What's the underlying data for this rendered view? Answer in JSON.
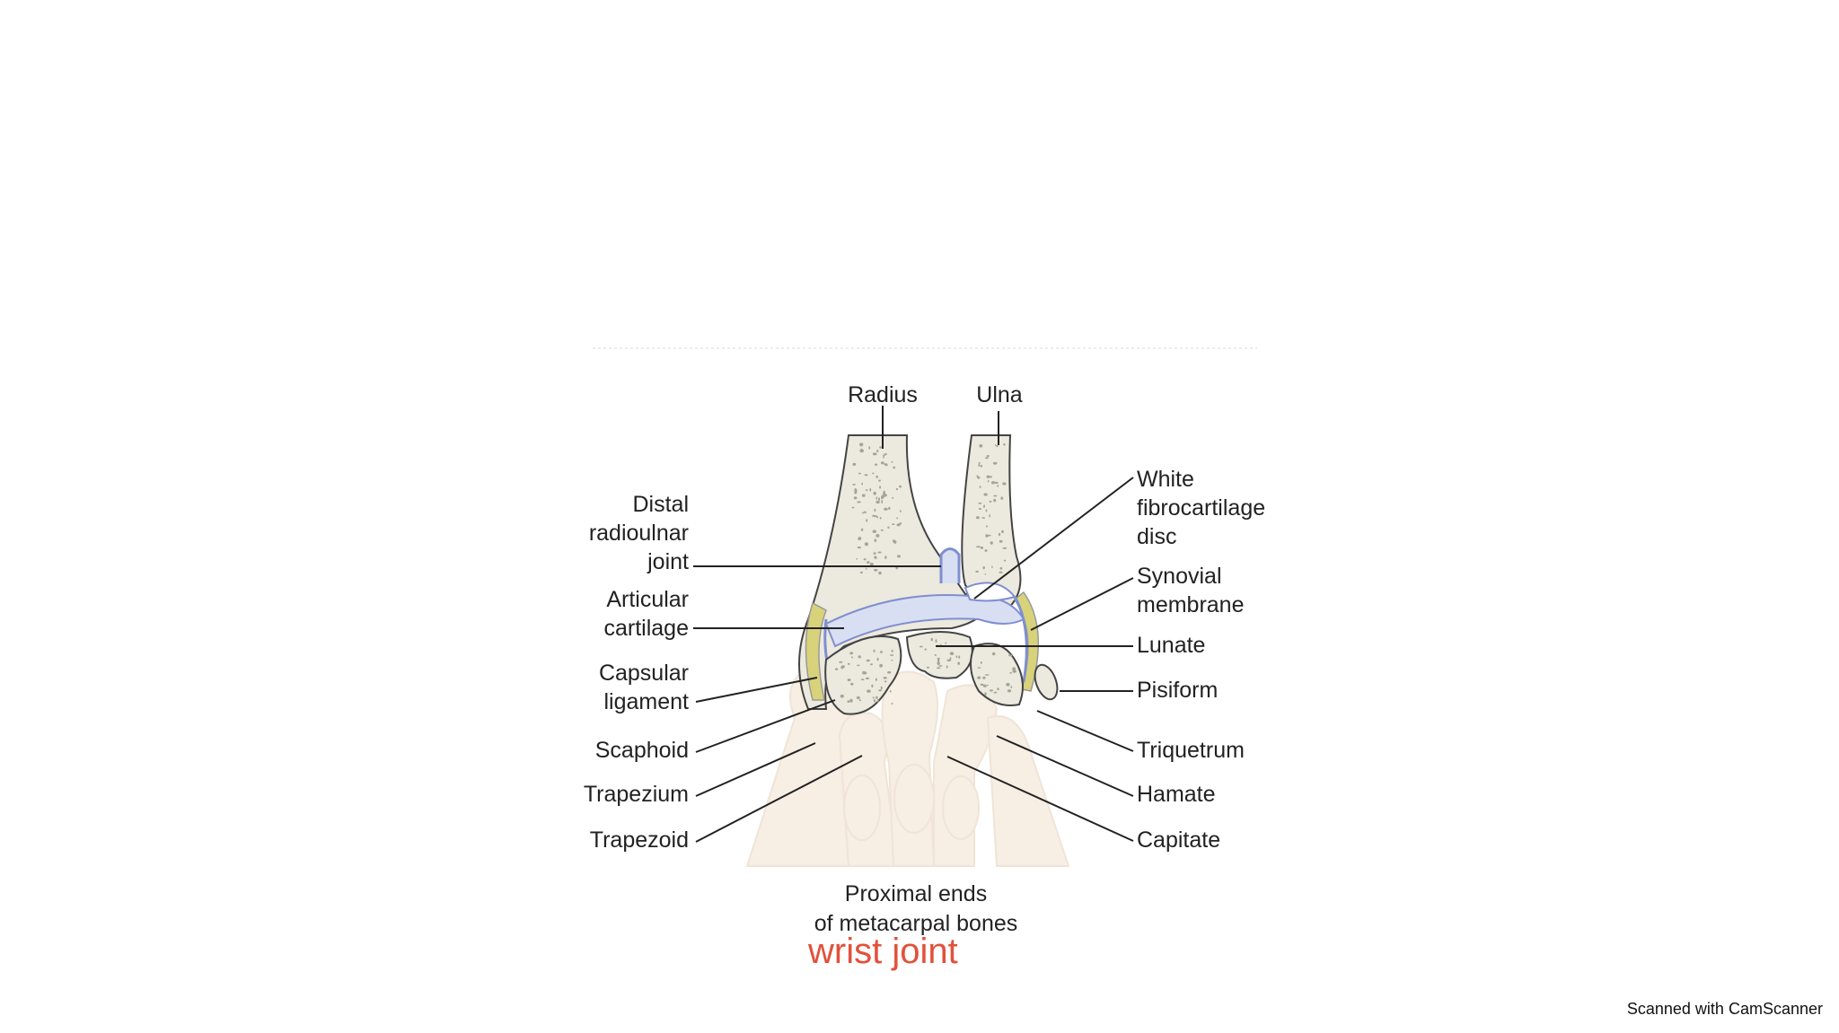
{
  "labels": {
    "radius": "Radius",
    "ulna": "Ulna",
    "white_fibrocartilage_disc": "White\nfibrocartilage\ndisc",
    "distal_radioulnar_joint": "Distal\nradioulnar\njoint",
    "articular_cartilage": "Articular\ncartilage",
    "synovial_membrane": "Synovial\nmembrane",
    "lunate": "Lunate",
    "capsular_ligament": "Capsular\nligament",
    "pisiform": "Pisiform",
    "scaphoid": "Scaphoid",
    "triquetrum": "Triquetrum",
    "trapezium": "Trapezium",
    "hamate": "Hamate",
    "trapezoid": "Trapezoid",
    "capitate": "Capitate",
    "metacarpals": "Proximal ends\nof metacarpal bones"
  },
  "caption": "wrist joint",
  "scanner": "Scanned with CamScanner",
  "colors": {
    "bone": "#ece9de",
    "bone_pores": "#a8a495",
    "cartilage": "#d9dff2",
    "synovial": "#7f8fd0",
    "capsule": "#d8d37a",
    "metacarpal_shadow": "#f7eee4",
    "caption": "#e2513a",
    "leader": "#222222"
  }
}
